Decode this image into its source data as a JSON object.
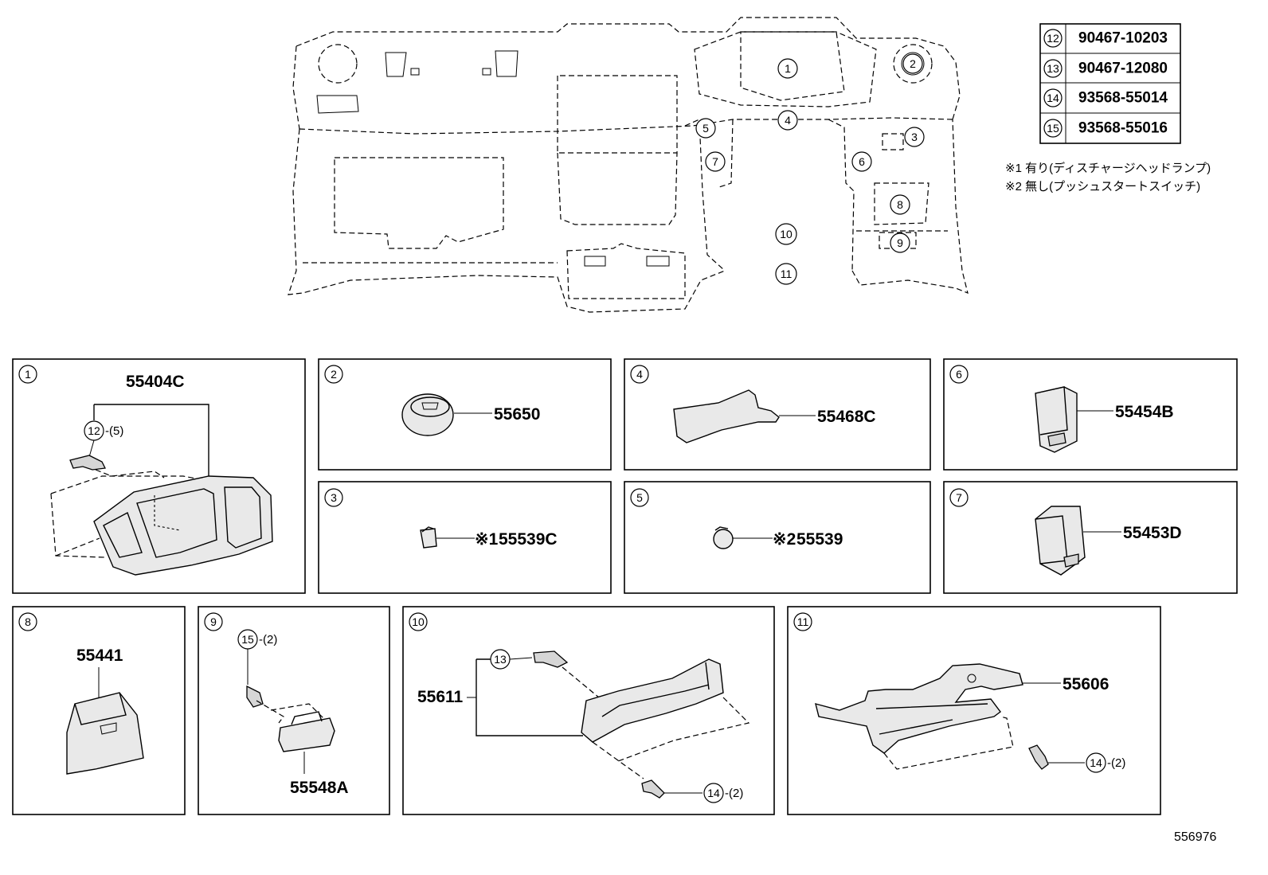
{
  "parts_table": [
    {
      "ref": "12",
      "part_no": "90467-10203"
    },
    {
      "ref": "13",
      "part_no": "90467-12080"
    },
    {
      "ref": "14",
      "part_no": "93568-55014"
    },
    {
      "ref": "15",
      "part_no": "93568-55016"
    }
  ],
  "notes": [
    "※1 有り(ディスチャージヘッドランプ)",
    "※2 無し(プッシュスタートスイッチ)"
  ],
  "overview_callouts": [
    "1",
    "2",
    "3",
    "4",
    "5",
    "6",
    "7",
    "8",
    "9",
    "10",
    "11"
  ],
  "panels": [
    {
      "ref": "1",
      "part_no": "55404C",
      "sub_ref": "12",
      "sub_qty": "-(5)"
    },
    {
      "ref": "2",
      "part_no": "55650"
    },
    {
      "ref": "3",
      "part_no": "55539C",
      "note_mark": "※1"
    },
    {
      "ref": "4",
      "part_no": "55468C"
    },
    {
      "ref": "5",
      "part_no": "55539",
      "note_mark": "※2"
    },
    {
      "ref": "6",
      "part_no": "55454B"
    },
    {
      "ref": "7",
      "part_no": "55453D"
    },
    {
      "ref": "8",
      "part_no": "55441"
    },
    {
      "ref": "9",
      "part_no": "55548A",
      "sub_ref": "15",
      "sub_qty": "-(2)"
    },
    {
      "ref": "10",
      "part_no": "55611",
      "sub_ref": "13",
      "sub_ref2": "14",
      "sub_qty2": "-(2)"
    },
    {
      "ref": "11",
      "part_no": "55606",
      "sub_ref": "14",
      "sub_qty": "-(2)"
    }
  ],
  "diagram_code": "556976"
}
